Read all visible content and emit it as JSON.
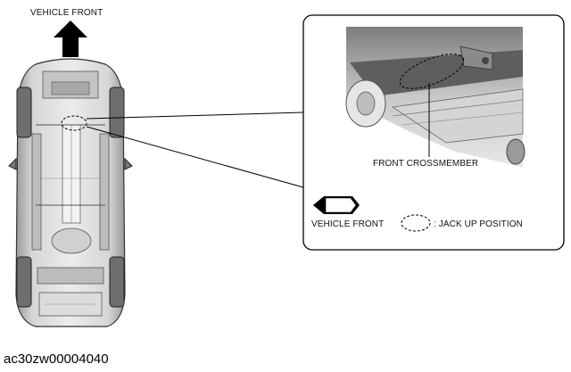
{
  "diagram": {
    "top_label": "VEHICLE FRONT",
    "inset": {
      "crossmember_label": "FRONT CROSSMEMBER",
      "vehicle_front_label": "VEHICLE FRONT",
      "jack_up_label": ": JACK UP POSITION"
    },
    "caption": "ac30zw00004040"
  }
}
